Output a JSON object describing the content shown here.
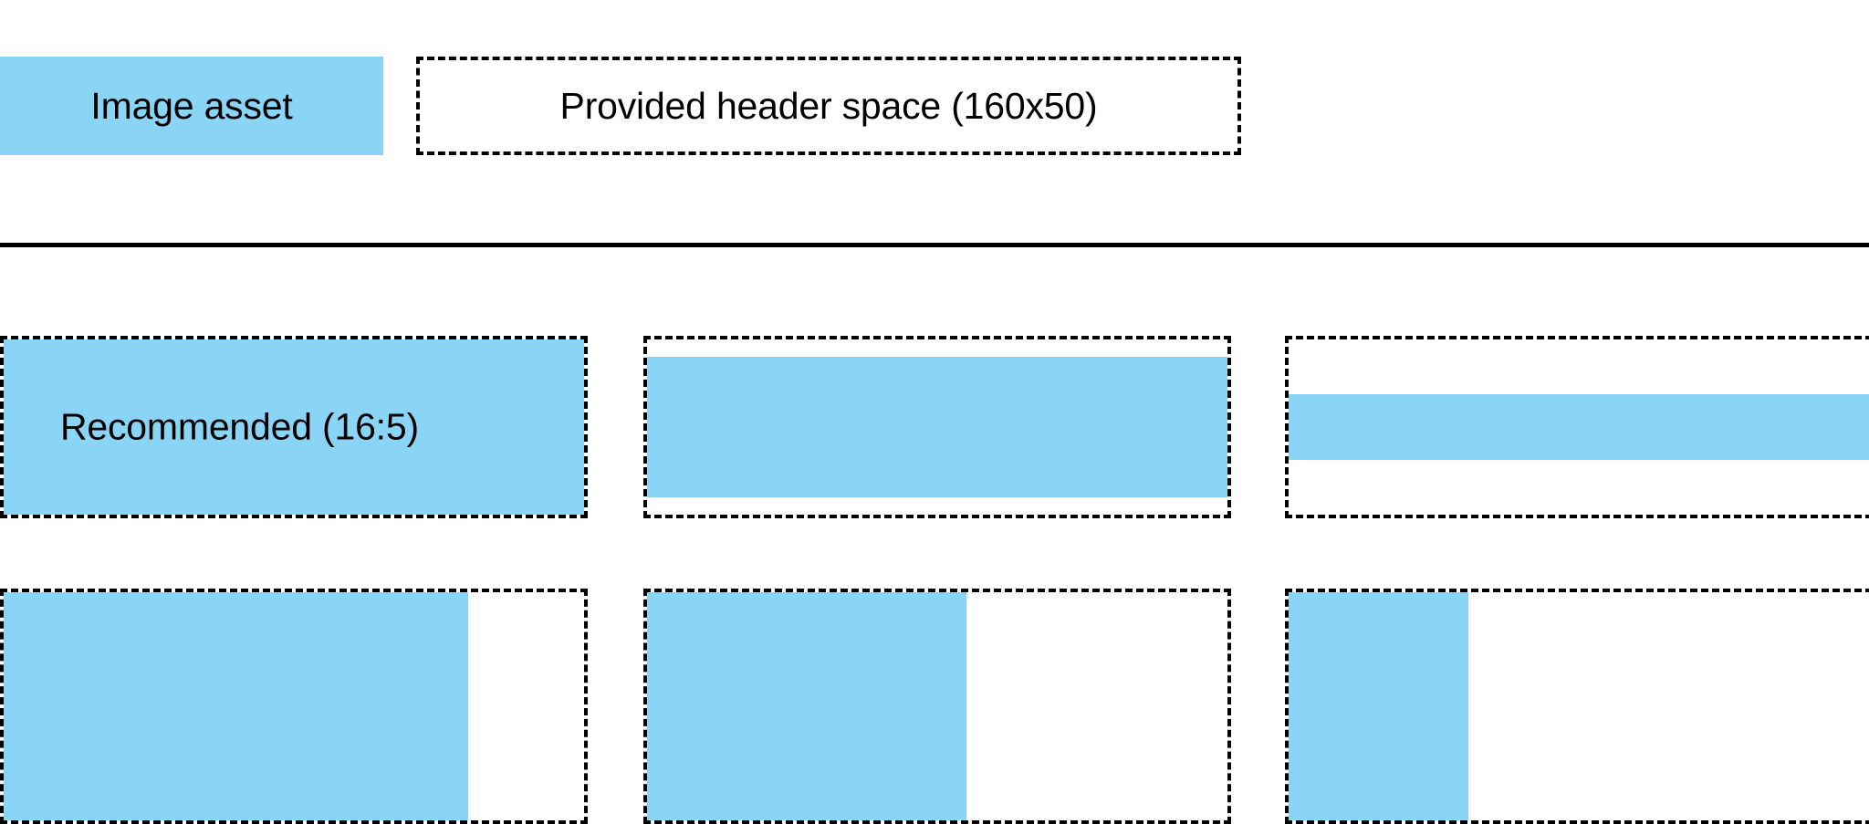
{
  "colors": {
    "accent": "#8ad5f5",
    "outline": "#000000",
    "background": "#ffffff",
    "text": "#000000"
  },
  "legend": {
    "swatch_label": "Image asset",
    "frame_label": "Provided header space (160x50)"
  },
  "examples": {
    "recommended_label": "Recommended (16:5)",
    "row1": [
      {
        "name": "recommended-16-5",
        "fill_left_pct": 0,
        "fill_top_pct": 0,
        "fill_width_pct": 100,
        "fill_height_pct": 100
      },
      {
        "name": "taller-than-recommended",
        "fill_left_pct": 0,
        "fill_top_pct": 10,
        "fill_width_pct": 100,
        "fill_height_pct": 80
      },
      {
        "name": "short-wide-band",
        "fill_left_pct": 0,
        "fill_top_pct": 31,
        "fill_width_pct": 100,
        "fill_height_pct": 38
      }
    ],
    "row2": [
      {
        "name": "wide-fill-80",
        "fill_left_pct": 0,
        "fill_top_pct": 0,
        "fill_width_pct": 80,
        "fill_height_pct": 100
      },
      {
        "name": "wide-fill-55",
        "fill_left_pct": 0,
        "fill_top_pct": 0,
        "fill_width_pct": 55,
        "fill_height_pct": 100
      },
      {
        "name": "wide-fill-31",
        "fill_left_pct": 0,
        "fill_top_pct": 0,
        "fill_width_pct": 31,
        "fill_height_pct": 100
      }
    ]
  }
}
